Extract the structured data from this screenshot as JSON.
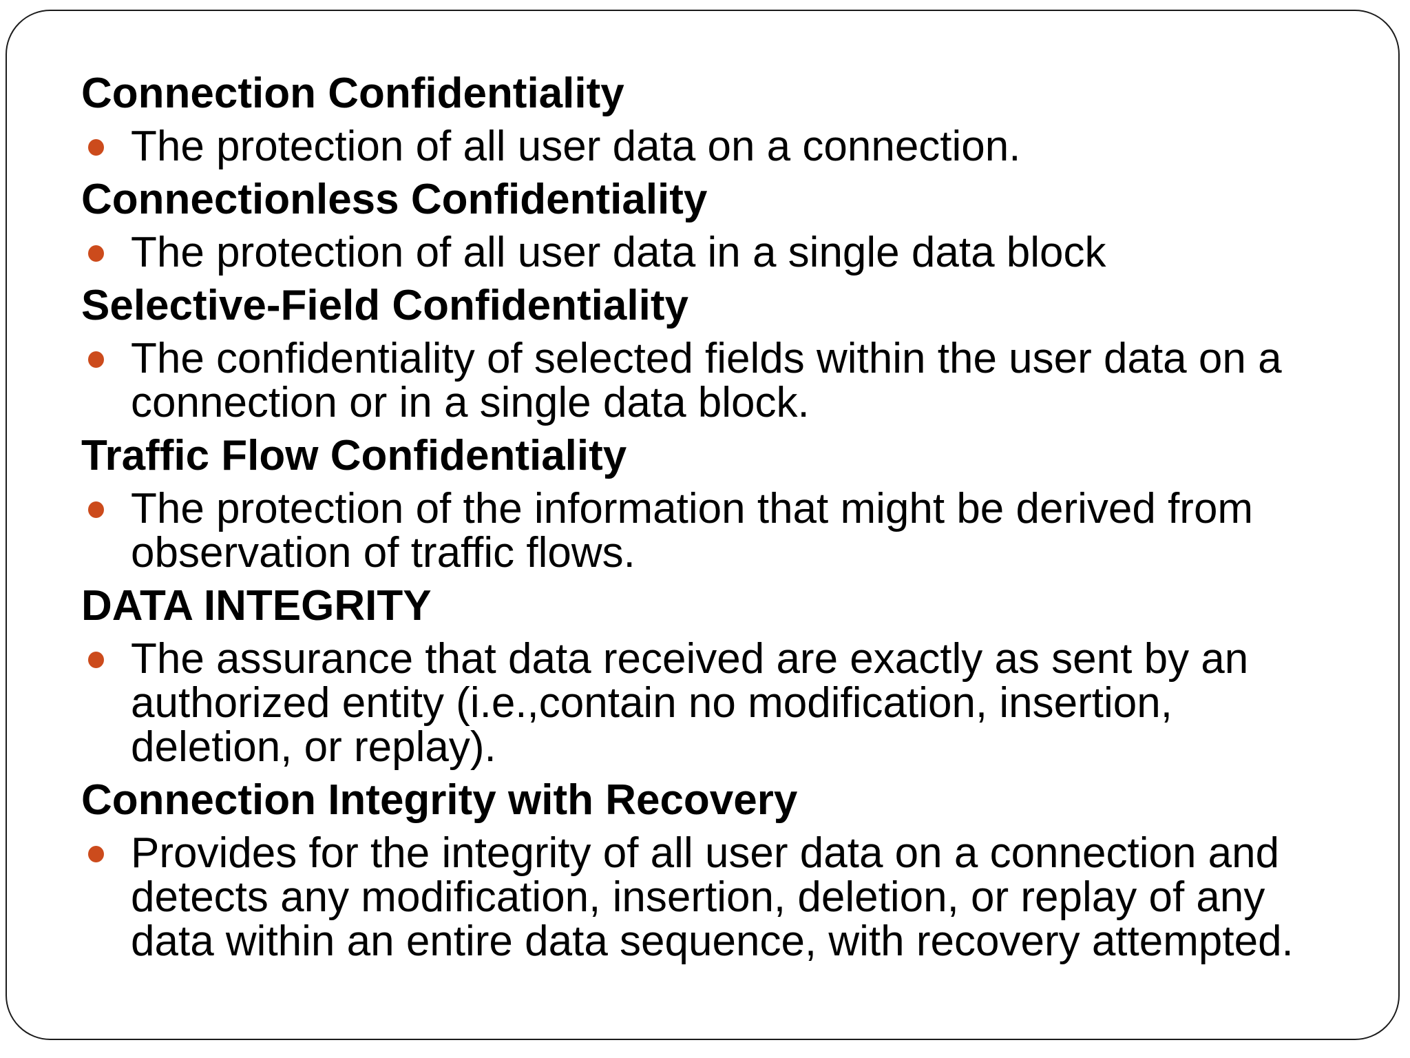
{
  "slide": {
    "colors": {
      "background": "#ffffff",
      "border": "#1b1b1b",
      "bullet": "#cc4b1c",
      "text": "#000000"
    },
    "sections": [
      {
        "heading": "Connection Confidentiality",
        "bullets": [
          "The protection of all user data on a connection."
        ]
      },
      {
        "heading": "Connectionless Confidentiality",
        "bullets": [
          "The protection of all user data in a single data block"
        ]
      },
      {
        "heading": "Selective-Field Confidentiality",
        "bullets": [
          "The confidentiality of selected fields within the user data on a connection or in a single data block."
        ]
      },
      {
        "heading": "Traffic Flow Confidentiality",
        "bullets": [
          "The protection of the information that might be derived from observation of traffic flows."
        ]
      },
      {
        "heading": "DATA INTEGRITY",
        "bullets": [
          "The assurance that data received are exactly as sent by an authorized entity (i.e.,contain no modification, insertion, deletion, or replay)."
        ]
      },
      {
        "heading": "Connection Integrity with Recovery",
        "bullets": [
          "Provides for the integrity of all user data on a connection and detects any modification, insertion, deletion, or replay of any data within an entire data sequence, with recovery attempted."
        ]
      }
    ]
  }
}
